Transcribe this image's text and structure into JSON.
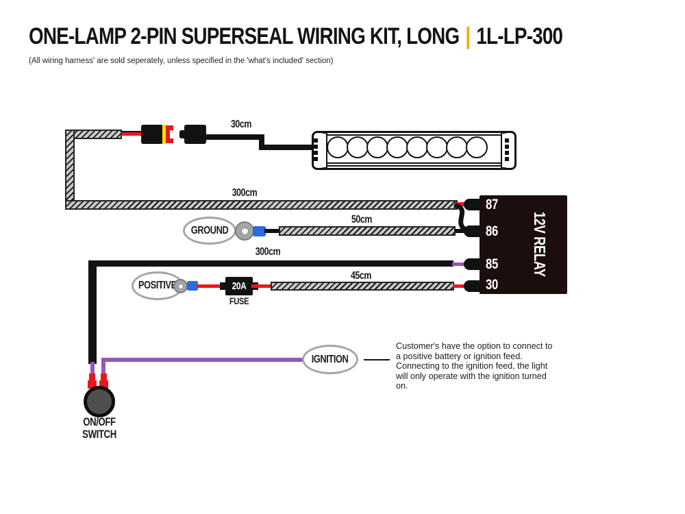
{
  "header": {
    "title": "ONE-LAMP 2-PIN SUPERSEAL WIRING KIT, LONG",
    "separator": "|",
    "part_number": "1L-LP-300",
    "subtitle": "(All wiring harness' are sold seperately, unless specified in the 'what's included' section)"
  },
  "diagram": {
    "wire_labels": {
      "lamp_short": "30cm",
      "lamp_long": "300cm",
      "ground": "50cm",
      "switch": "300cm",
      "fused": "45cm"
    },
    "terminals": {
      "ground": "GROUND",
      "positive": "POSITIVE",
      "ignition": "IGNITION"
    },
    "fuse": {
      "rating": "20A",
      "label": "FUSE"
    },
    "relay": {
      "name": "12V RELAY",
      "pins": [
        "87",
        "86",
        "85",
        "30"
      ]
    },
    "switch_label": {
      "line1": "ON/OFF",
      "line2": "SWITCH"
    },
    "lamp": {
      "led_count": 8
    },
    "note": "Customer's have the option to connect to a positive battery or ignition feed. Connecting to the ignition feed, the light will only operate with the ignition turned on."
  },
  "colors": {
    "accent": "#F5A800",
    "wire_red": "#E8191C",
    "wire_purple": "#9557B8",
    "crimp_blue": "#2A6BDE",
    "relay_body": "#1C0E0E",
    "outline_gray": "#A5A5A5"
  }
}
